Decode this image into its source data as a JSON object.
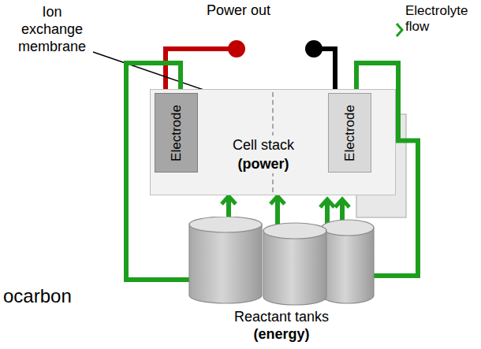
{
  "diagram": {
    "nodes": [
      {
        "text": [
          "Cell stack",
          "(power)"
        ]
      },
      {
        "text": [
          "Electrode"
        ],
        "in": 0
      },
      {
        "text": [
          "Electrode"
        ],
        "in": 0
      },
      {
        "text": [
          "Reactant tanks",
          "(energy)"
        ]
      }
    ],
    "edges": [
      {
        "from": 3,
        "to": 0,
        "arrow": "to"
      },
      {
        "from": 3,
        "to": 0,
        "arrow": "to"
      },
      {
        "from": 1,
        "to": 3,
        "arrow": "none"
      },
      {
        "from": 2,
        "to": 3,
        "arrow": "none"
      }
    ],
    "labels": [
      "Ion exchange membrane",
      "Power out",
      "Electrolyte flow",
      "ocarbon"
    ]
  }
}
